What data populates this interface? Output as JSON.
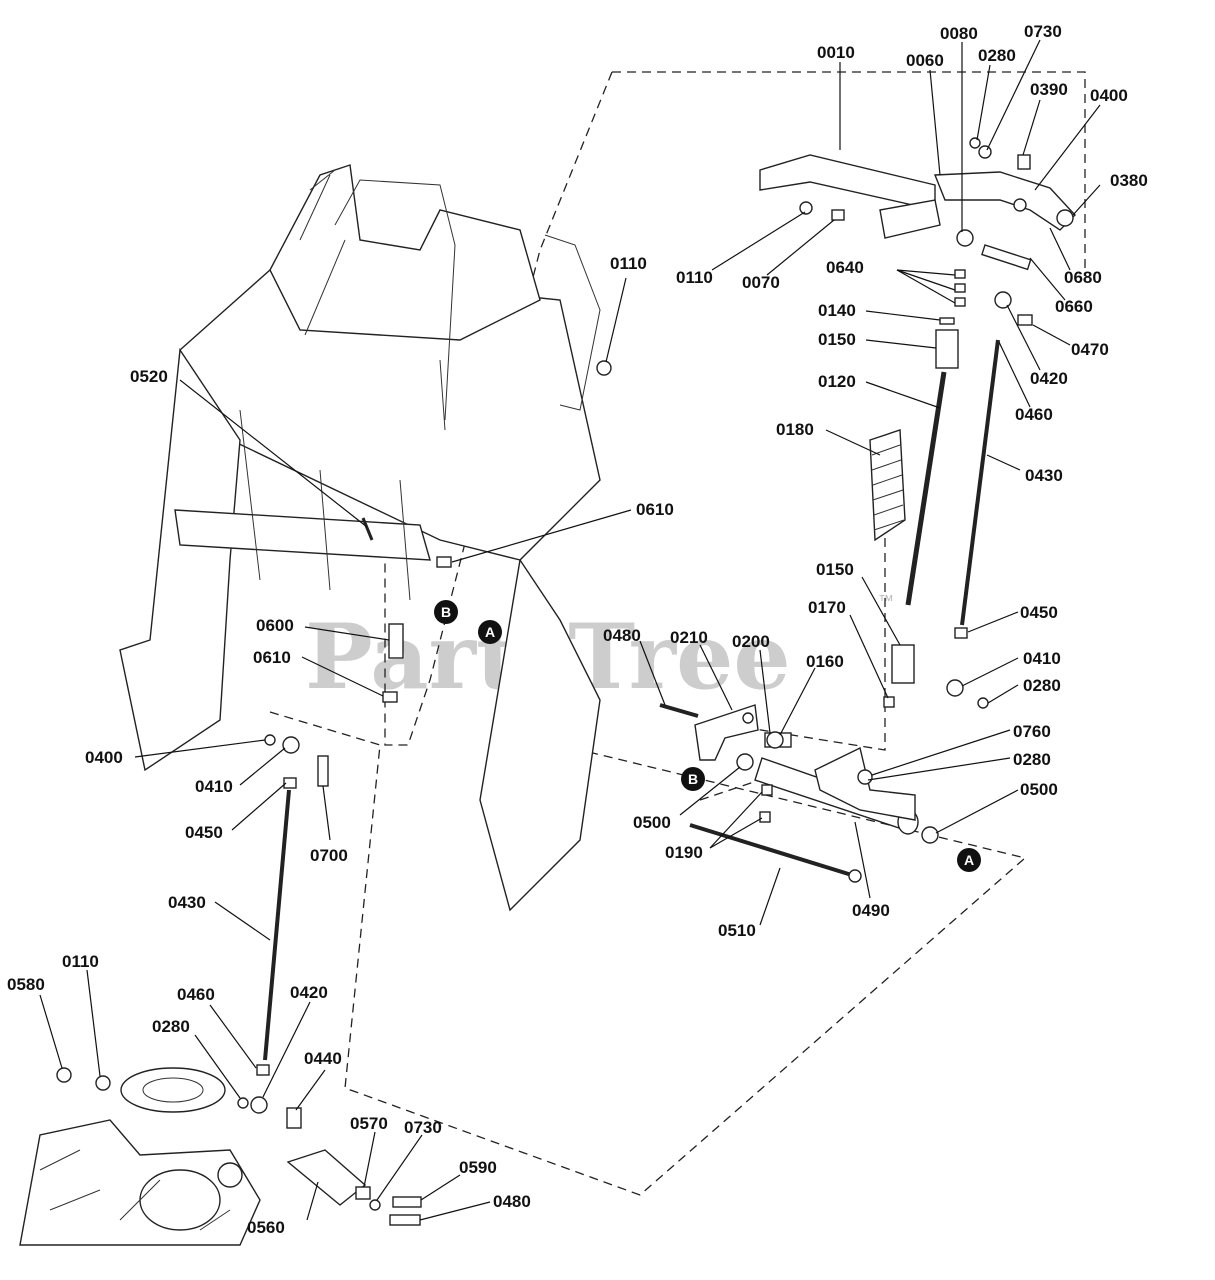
{
  "watermark": {
    "text": "PartsTree",
    "trademark": "™"
  },
  "markers": [
    {
      "id": "A",
      "label": "A"
    },
    {
      "id": "A",
      "label": "A"
    },
    {
      "id": "B",
      "label": "B"
    },
    {
      "id": "B",
      "label": "B"
    }
  ],
  "callouts": [
    "0010",
    "0060",
    "0080",
    "0280",
    "0730",
    "0390",
    "0400",
    "0380",
    "0110",
    "0070",
    "0640",
    "0680",
    "0660",
    "0140",
    "0150",
    "0470",
    "0420",
    "0120",
    "0460",
    "0180",
    "0430",
    "0110",
    "0520",
    "0610",
    "0150",
    "0170",
    "0450",
    "0600",
    "0610",
    "0480",
    "0210",
    "0200",
    "0160",
    "0410",
    "0280",
    "0760",
    "0280",
    "0400",
    "0500",
    "0410",
    "0500",
    "0450",
    "0700",
    "0190",
    "0430",
    "0490",
    "0510",
    "0580",
    "0110",
    "0460",
    "0420",
    "0280",
    "0440",
    "0570",
    "0730",
    "0590",
    "0560",
    "0480"
  ]
}
